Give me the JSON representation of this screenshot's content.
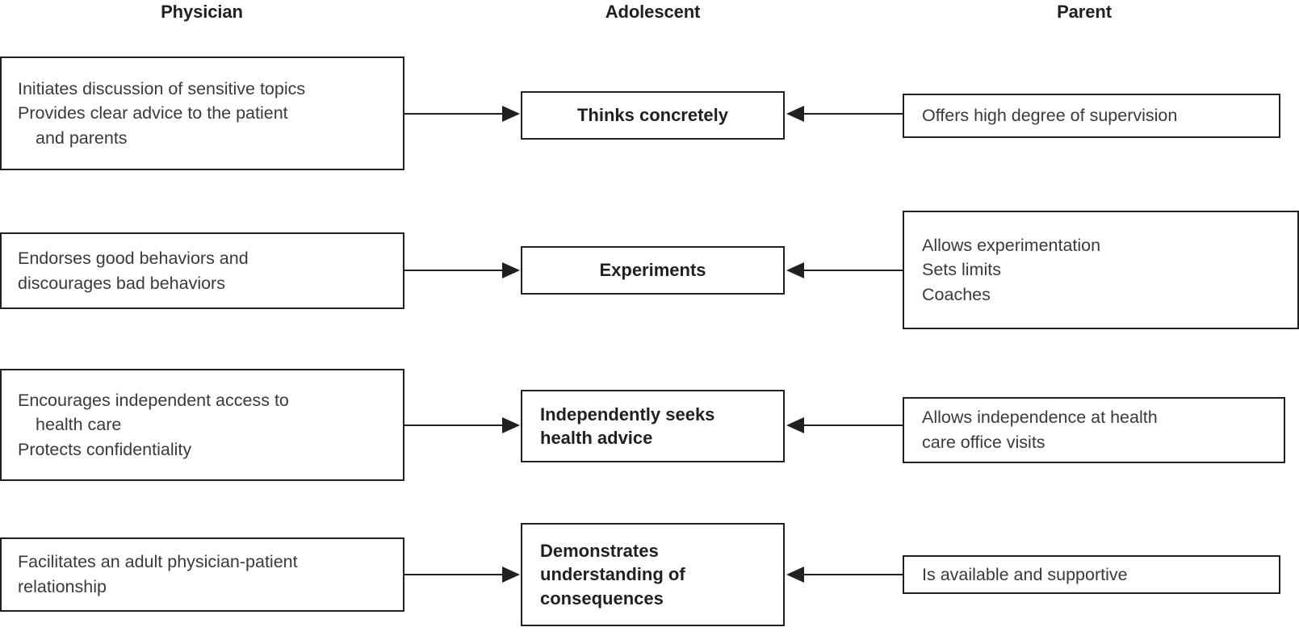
{
  "columns": {
    "physician": "Physician",
    "adolescent": "Adolescent",
    "parent": "Parent"
  },
  "colors": {
    "stroke": "#231f20",
    "body_text": "#3a3a3c",
    "background": "#ffffff"
  },
  "rows": [
    {
      "physician": {
        "lines": [
          "Initiates discussion of sensitive topics",
          "Provides clear advice to the patient",
          "and parents"
        ],
        "indent_lines": [
          2
        ]
      },
      "adolescent": {
        "lines": [
          "Thinks concretely"
        ],
        "align": "center"
      },
      "parent": {
        "lines": [
          "Offers high degree of supervision"
        ],
        "indent_lines": []
      }
    },
    {
      "physician": {
        "lines": [
          "Endorses good behaviors and",
          "discourages bad behaviors"
        ],
        "indent_lines": []
      },
      "adolescent": {
        "lines": [
          "Experiments"
        ],
        "align": "center"
      },
      "parent": {
        "lines": [
          "Allows experimentation",
          "Sets limits",
          "Coaches"
        ],
        "indent_lines": []
      }
    },
    {
      "physician": {
        "lines": [
          "Encourages independent access to",
          "health care",
          "Protects confidentiality"
        ],
        "indent_lines": [
          1
        ]
      },
      "adolescent": {
        "lines": [
          "Independently seeks",
          "health advice"
        ],
        "align": "left"
      },
      "parent": {
        "lines": [
          "Allows independence at health",
          "care office visits"
        ],
        "indent_lines": []
      }
    },
    {
      "physician": {
        "lines": [
          "Facilitates an adult physician-patient",
          "relationship"
        ],
        "indent_lines": []
      },
      "adolescent": {
        "lines": [
          "Demonstrates",
          "understanding of",
          "consequences"
        ],
        "align": "left"
      },
      "parent": {
        "lines": [
          "Is available and supportive"
        ],
        "indent_lines": []
      }
    }
  ],
  "connectors": {
    "physician_to_adolescent_direction": "right-arrow",
    "parent_to_adolescent_direction": "left-arrow"
  }
}
